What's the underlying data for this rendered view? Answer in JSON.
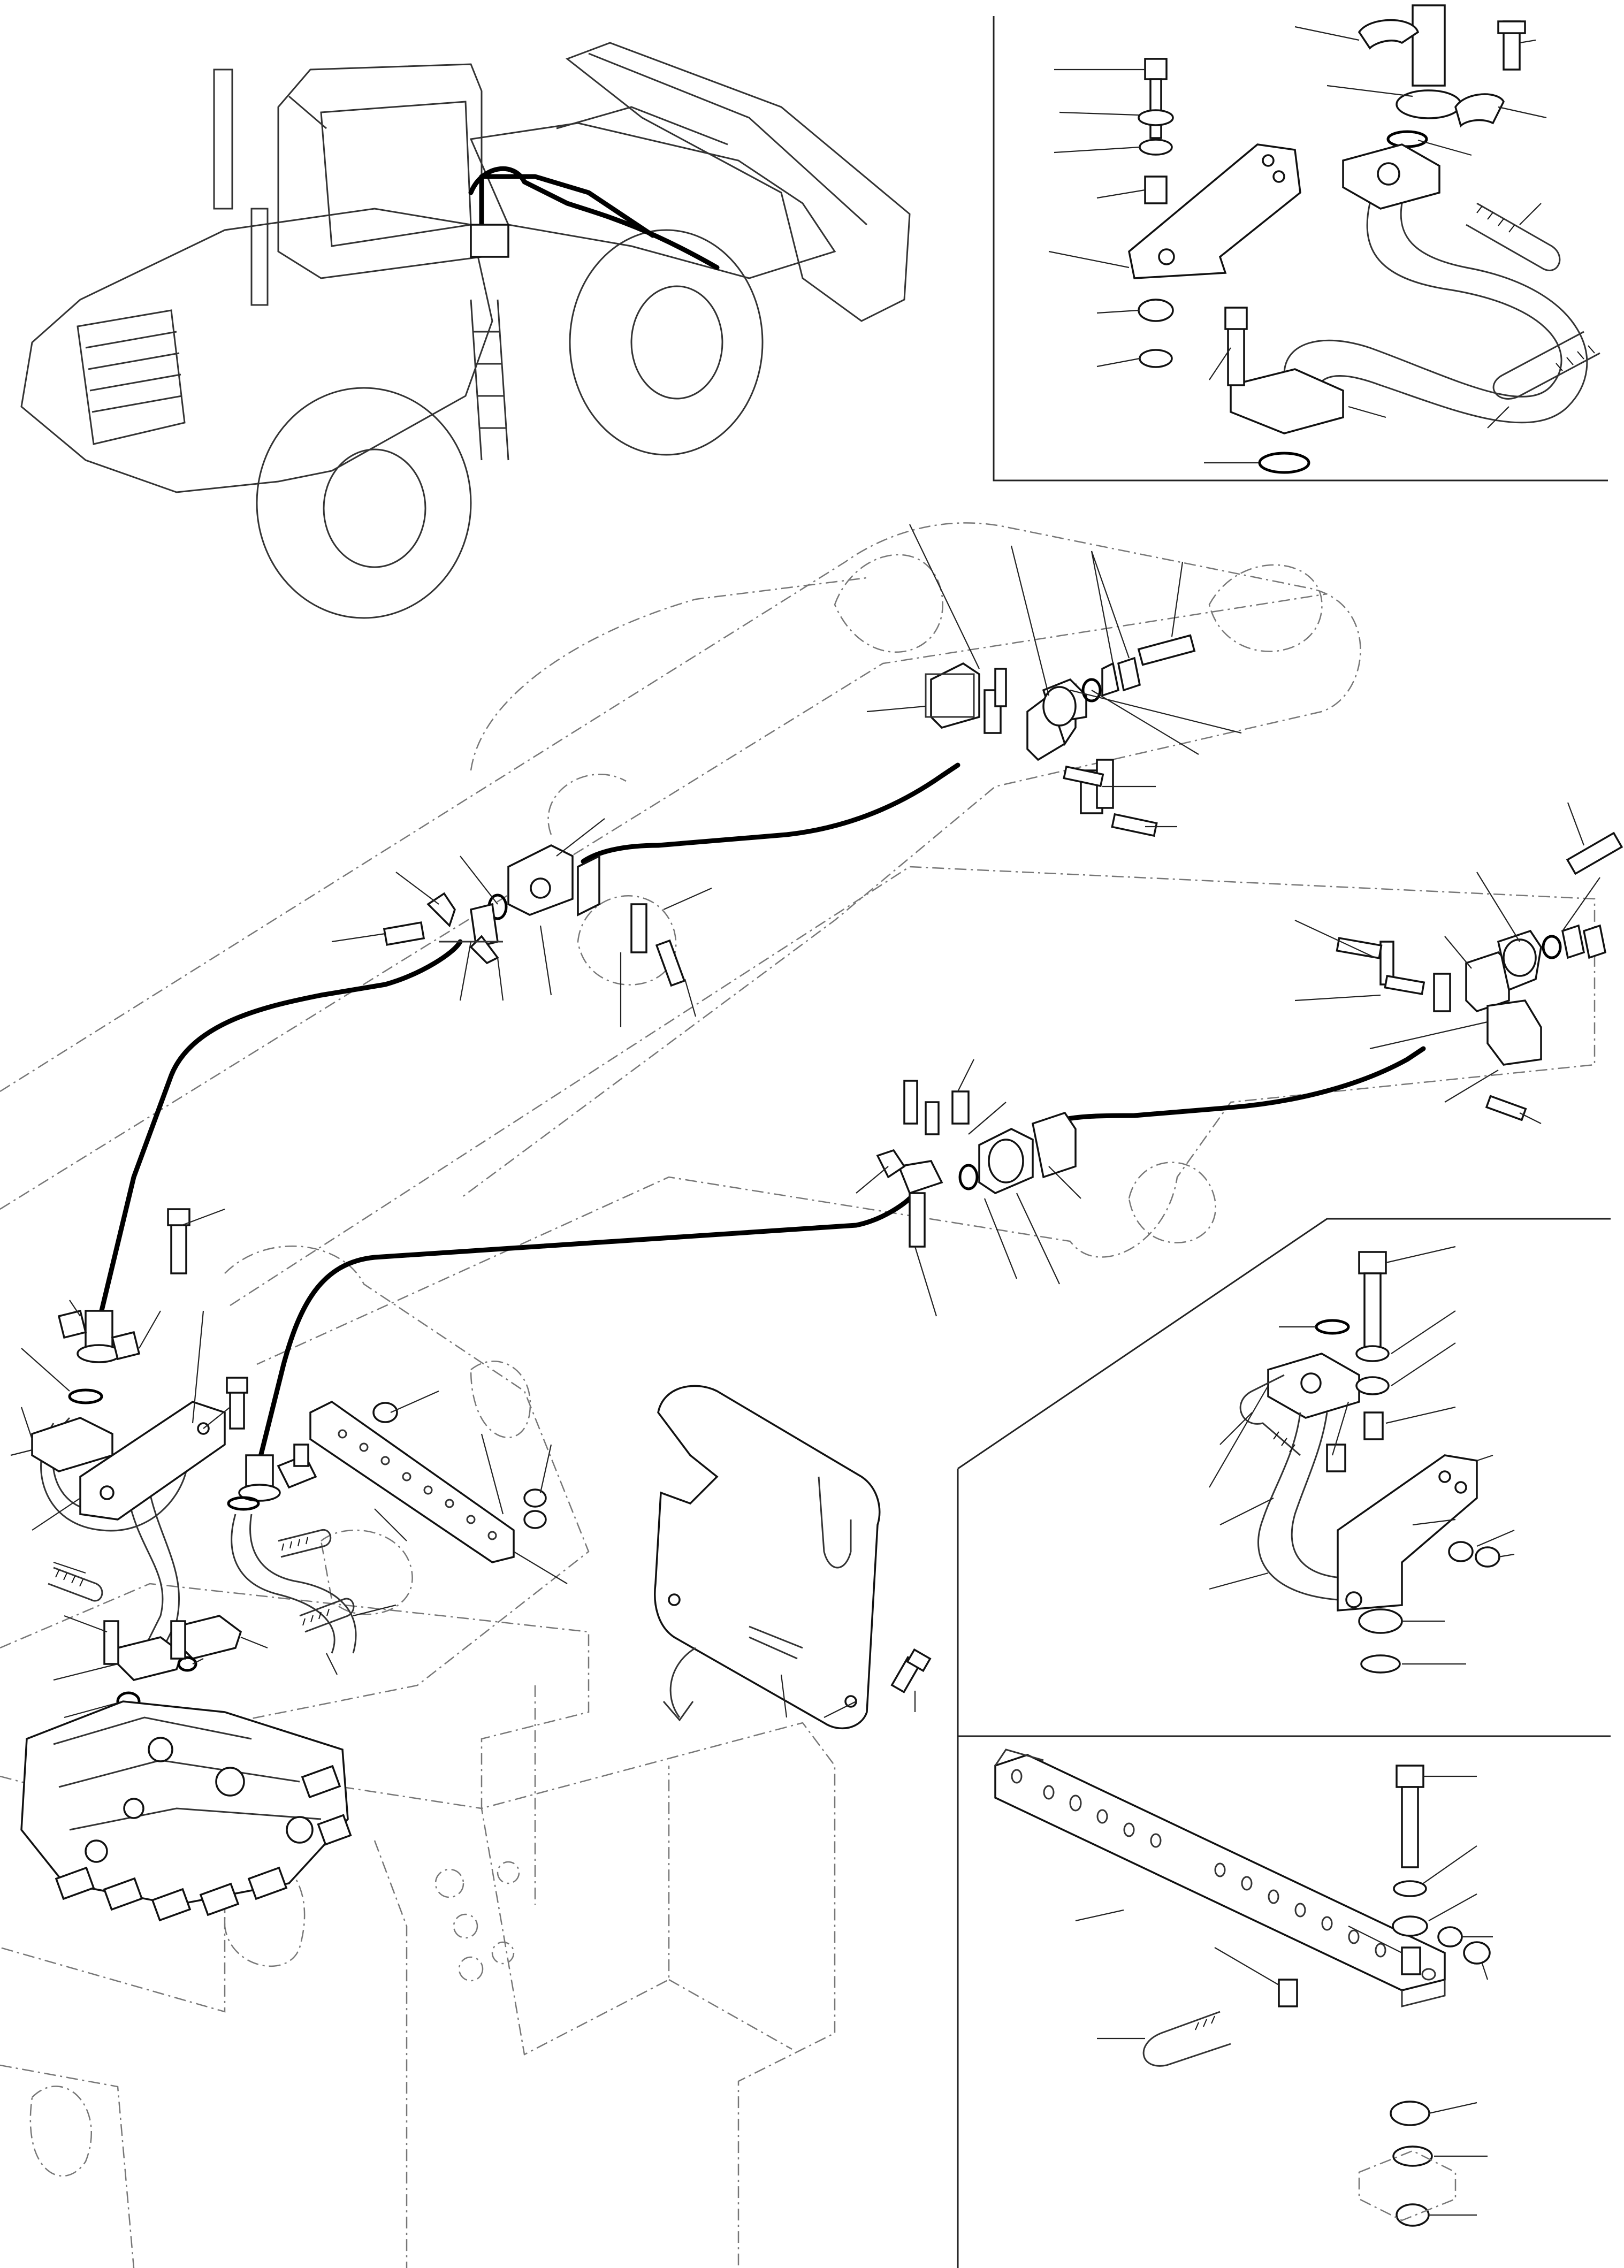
{
  "document": {
    "type": "exploded-parts-diagram",
    "colors": {
      "line": "#111111",
      "ghost_line": "#777777",
      "background": "#ffffff",
      "pipe": "#000000"
    }
  },
  "views": [
    {
      "name": "wheel-loader-location-view"
    },
    {
      "name": "detail-flange-bracket-top-right"
    },
    {
      "name": "main-boom-pipe-assembly"
    },
    {
      "name": "detail-flange-bracket-mid-right"
    },
    {
      "name": "detail-perforated-strip-bottom-right"
    },
    {
      "name": "cover-plate-view"
    },
    {
      "name": "control-valve-view"
    }
  ],
  "labels": []
}
